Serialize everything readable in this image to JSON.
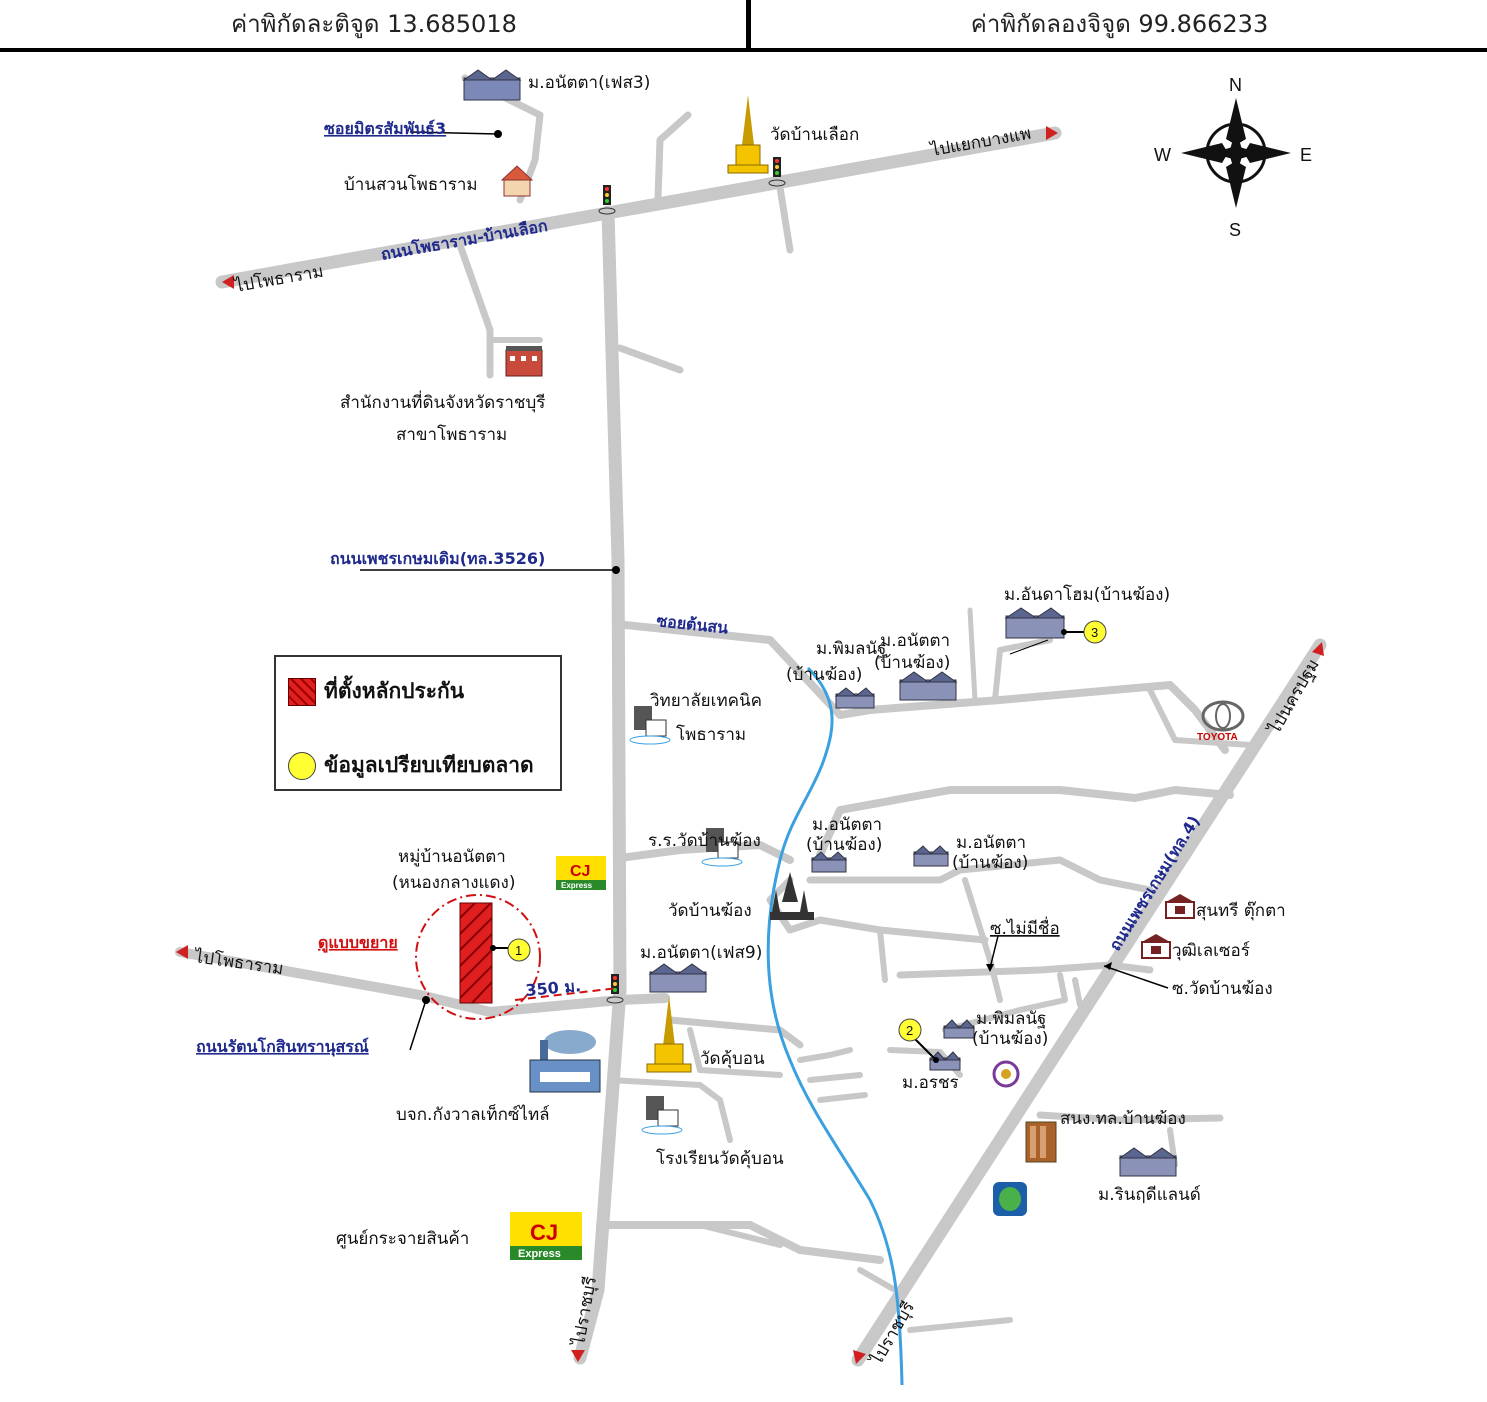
{
  "header": {
    "latitude_label": "ค่าพิกัดละติจูด 13.685018",
    "longitude_label": "ค่าพิกัดลองจิจูด 99.866233"
  },
  "compass": {
    "n": "N",
    "s": "S",
    "e": "E",
    "w": "W"
  },
  "legend": {
    "collateral": "ที่ตั้งหลักประกัน",
    "market": "ข้อมูลเปรียบเทียบตลาด"
  },
  "markers": {
    "m1": "1",
    "m2": "2",
    "m3": "3"
  },
  "labels": {
    "anatda_ph3": "ม.อนัตตา(เฟส3)",
    "soi_mitr": "ซอยมิตรสัมพันธ์3",
    "wat_ban_lueak": "วัดบ้านเลือก",
    "to_bangphae": "ไปแยกบางแพ",
    "ban_suan": "บ้านสวนโพธาราม",
    "road_photharam_banlueak": "ถนนโพธาราม-บ้านเลือก",
    "to_photharam_top": "ไปโพธาราม",
    "land_office_1": "สำนักงานที่ดินจังหวัดราชบุรี",
    "land_office_2": "สาขาโพธาราม",
    "road_phetkasem_old": "ถนนเพชรเกษมเดิม(ทล.3526)",
    "soi_tonson": "ซอยต้นสน",
    "anta_home": "ม.อันดาโฮม(บ้านฆ้อง)",
    "pimonrat_1a": "ม.พิมลนัฐ",
    "pimonrat_1b": "(บ้านฆ้อง)",
    "anatda_bk1a": "ม.อนัตตา",
    "anatda_bk1b": "(บ้านฆ้อง)",
    "tech_college_1": "วิทยาลัยเทคนิค",
    "tech_college_2": "โพธาราม",
    "toyota": "TOYOTA",
    "to_nakhonpathom": "ไปนครปฐม",
    "road_phetkasem": "ถนนเพชรเกษม(ทล.4)",
    "school_banghong": "ร.ร.วัดบ้านฆ้อง",
    "anatda_bk2a": "ม.อนัตตา",
    "anatda_bk2b": "(บ้านฆ้อง)",
    "anatda_bk3a": "ม.อนัตตา",
    "anatda_bk3b": "(บ้านฆ้อง)",
    "village_1": "หมู่บ้านอนัตตา",
    "village_2": "(หนองกลางแดง)",
    "wat_banghong": "วัดบ้านฆ้อง",
    "soi_unnamed": "ซ.ไม่มีชื่อ",
    "sunthree": "สุนทรี ตุ๊กตา",
    "wutthi": "วุฒิเลเซอร์",
    "soi_wat_banghong": "ซ.วัดบ้านฆ้อง",
    "to_photharam_left": "ไปโพธาราม",
    "see_enlarged": "ดูแบบขยาย",
    "distance": "350 ม.",
    "anatda_ph9": "ม.อนัตตา(เฟส9)",
    "road_rattanakosin": "ถนนรัตนโกสินทรานุสรณ์",
    "wat_khubon": "วัดคุ้บอน",
    "pimonrat_2a": "ม.พิมลนัฐ",
    "pimonrat_2b": "(บ้านฆ้อง)",
    "m_orachon": "ม.อรชร",
    "textile": "บจก.กังวาลเท็กซ์ไทล์",
    "khubon_school": "โรงเรียนวัดคุ้บอน",
    "police": "สนง.ทล.บ้านฆ้อง",
    "rinrudee": "ม.รินฤดีแลนด์",
    "distribution": "ศูนย์กระจายสินค้า",
    "to_ratchaburi_1": "ไปราชบุรี",
    "to_ratchaburi_2": "ไปราชบุรี",
    "cj": "CJ",
    "express": "Express"
  },
  "colors": {
    "road": "#c8c8c8",
    "river": "#3aa0e0",
    "label_blue": "#1f2a8c",
    "collateral_red": "#e02020",
    "marker_yellow": "#ffff33"
  }
}
